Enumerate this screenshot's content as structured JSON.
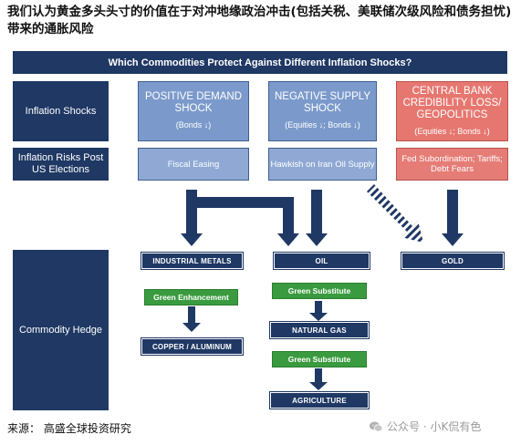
{
  "heading": "我们认为黄金多头头寸的价值在于对冲地缘政治冲击(包括关税、美联储次级风险和债务担忧)带来的通胀风险",
  "banner": "Which Commodities Protect Against Different Inflation Shocks?",
  "rows": {
    "inflation_shocks": "Inflation Shocks",
    "inflation_risks": "Inflation Risks Post US Elections",
    "commodity_hedge": "Commodity Hedge"
  },
  "shocks": [
    {
      "title": "POSITIVE DEMAND SHOCK",
      "sub": "(Bonds ↓)",
      "risk": "Fiscal Easing"
    },
    {
      "title": "NEGATIVE SUPPLY SHOCK",
      "sub": "(Equities ↓; Bonds ↓)",
      "risk": "Hawkish on Iran Oil Supply"
    },
    {
      "title": "CENTRAL BANK CREDIBILITY LOSS/ GEOPOLITICS",
      "sub": "(Equities ↓; Bonds ↓)",
      "risk": "Fed Subordination; Tariffs; Debt Fears"
    }
  ],
  "hedges": {
    "industrial_metals": "INDUSTRIAL METALS",
    "green_enhancement": "Green Enhancement",
    "copper_aluminum": "COPPER / ALUMINUM",
    "oil": "OIL",
    "green_substitute_1": "Green Substitute",
    "natural_gas": "NATURAL GAS",
    "green_substitute_2": "Green Substitute",
    "agriculture": "AGRICULTURE",
    "gold": "GOLD"
  },
  "source": "来源： 高盛全球投资研究",
  "watermark": "公众号 · 小K侃有色",
  "colors": {
    "navy": "#1f3864",
    "blue": "#7b9acb",
    "red": "#e67770",
    "green": "#3a9a3f"
  }
}
